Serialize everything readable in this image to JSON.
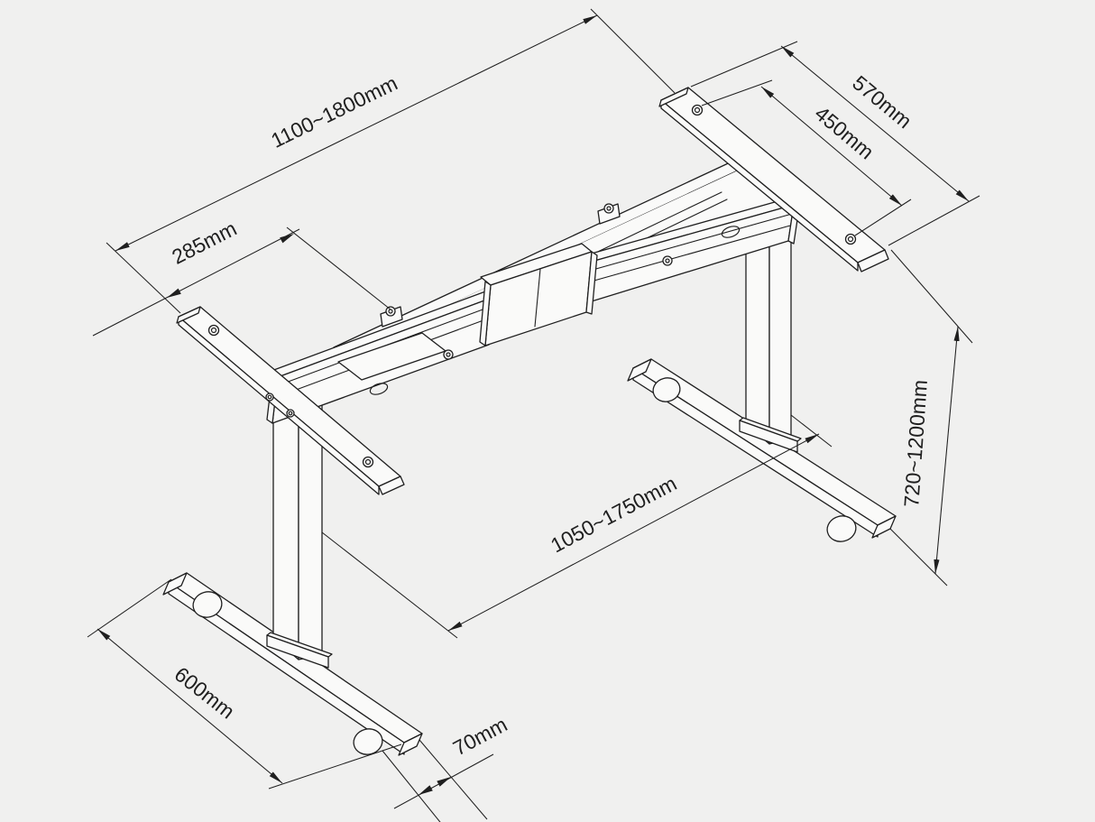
{
  "theme": {
    "background": "#f0f0ef",
    "face": "#fafaf9",
    "line": "#1f1f1f",
    "text": "#1f1f1f"
  },
  "diagram": {
    "subject": "height-adjustable-desk-frame",
    "view": "isometric-line-drawing",
    "labels": {
      "frame_width": "1100~1800mm",
      "bracket_length": "570mm",
      "bracket_hole_spacing": "450mm",
      "side_offset": "285mm",
      "height_range": "720~1200mm",
      "foot_span": "1050~1750mm",
      "foot_length": "600mm",
      "foot_width": "70mm"
    }
  }
}
